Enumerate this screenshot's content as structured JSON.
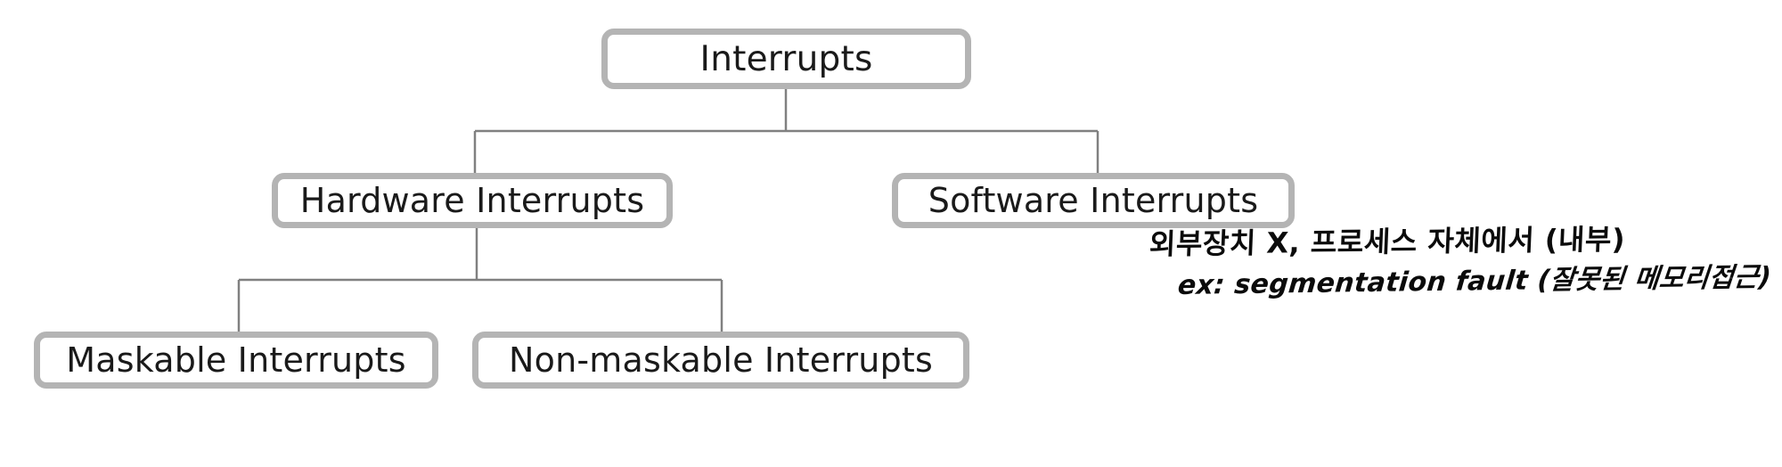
{
  "diagram": {
    "title": "Interrupts taxonomy tree",
    "colors": {
      "box_border": "#b4b4b4",
      "box_fill": "#ffffff",
      "connector": "#808080",
      "text": "#1a1a1a",
      "handwriting": "#0b0b0b",
      "background": "#ffffff"
    },
    "nodes": {
      "root": {
        "label": "Interrupts",
        "level": 0
      },
      "hardware": {
        "label": "Hardware Interrupts",
        "level": 1
      },
      "software": {
        "label": "Software Interrupts",
        "level": 1
      },
      "maskable": {
        "label": "Maskable Interrupts",
        "level": 2
      },
      "nonmaskable": {
        "label": "Non-maskable Interrupts",
        "level": 2
      }
    },
    "edges": [
      {
        "from": "root",
        "to": "hardware"
      },
      {
        "from": "root",
        "to": "software"
      },
      {
        "from": "hardware",
        "to": "maskable"
      },
      {
        "from": "hardware",
        "to": "nonmaskable"
      }
    ],
    "annotation": {
      "attached_to": "software",
      "line1": "외부장치 X, 프로세스 자체에서 (내부)",
      "line2": "ex: segmentation fault (잘못된 메모리접근)"
    }
  }
}
